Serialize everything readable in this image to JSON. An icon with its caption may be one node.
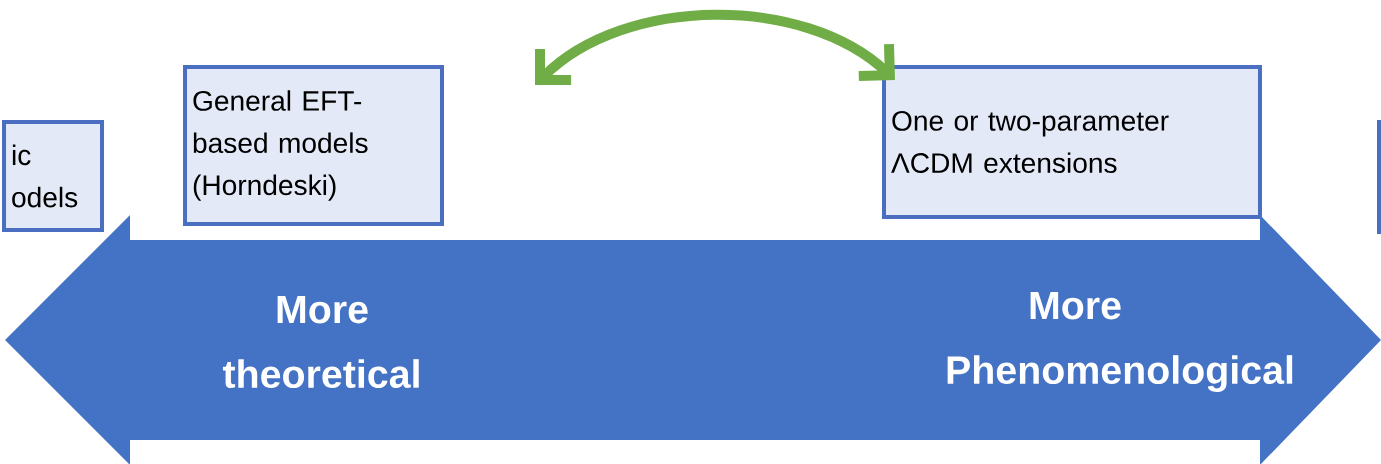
{
  "diagram": {
    "nodes": [
      {
        "text": [
          "ic odels"
        ]
      },
      {
        "text": [
          "General EFT-based models (Horndeski)"
        ]
      },
      {
        "text": [
          "One or two-parameter ΛCDM extensions"
        ]
      },
      {
        "text": [],
        "shape": "box"
      },
      {
        "text": [
          "More theoretical",
          "More Phenomenological"
        ]
      }
    ]
  }
}
